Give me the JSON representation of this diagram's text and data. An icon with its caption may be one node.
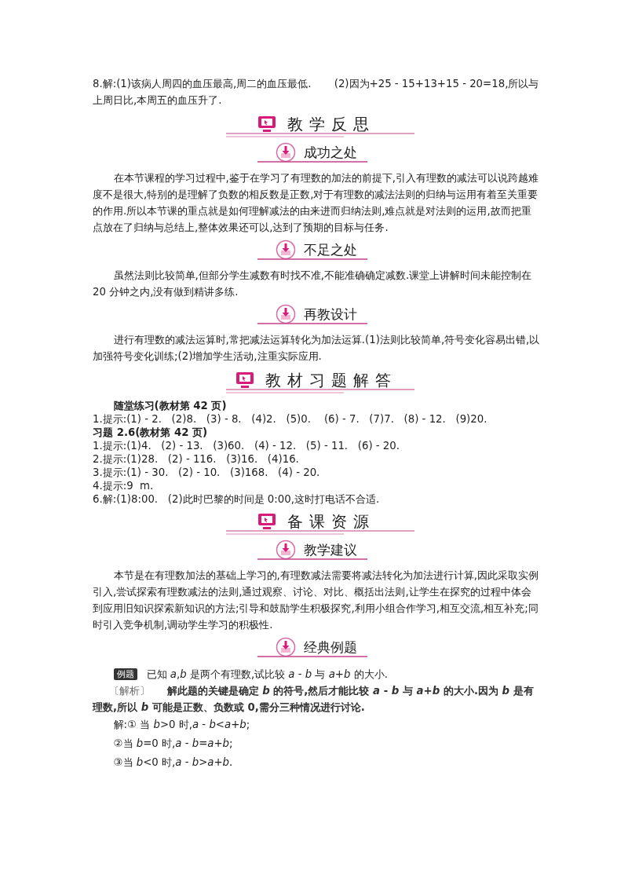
{
  "diagram": {
    "nodes": [
      {
        "text": [
          "例题"
        ]
      }
    ],
    "labels": [
      "8.解:(1)该病人周四的血压最高,周二的血压最低.",
      "(2)因为+25 - 15+13+15 - 20=18,所以与上周日比,本周五的血压升了.",
      "教学反思",
      "成功之处",
      "在本节课程的学习过程中,鉴于在学习了有理数的加法的前提下,引入有理数的减法可以说跨越难度不是很大,特别的是理解了负数的相反数是正数,对于有理数的减法法则的归纳与运用有着至关重要的作用.所以本节课的重点就是如何理解减法的由来进而归纳法则,难点就是对法则的运用,故而把重点放在了归纳与总结上,整体效果还可以,达到了预期的目标与任务.",
      "不足之处",
      "虽然法则比较简单,但部分学生减数有时找不准,不能准确确定减数.课堂上讲解时间未能控制在 20 分钟之内,没有做到精讲多练.",
      "再教设计",
      "进行有理数的减法运算时,常把减法运算转化为加法运算.(1)法则比较简单,符号变化容易出错,以加强符号变化训练;(2)增加学生活动,注重实际应用.",
      "教材习题解答",
      "随堂练习(教材第 42 页)",
      "1.提示:(1) - 2.   (2)8.   (3) - 8.   (4)2.   (5)0.    (6) - 7.   (7)7.   (8) - 12.   (9)20.",
      "习题 2.6(教材第 42 页)",
      "1.提示:(1)4.   (2) - 13.   (3)60.   (4) - 12.   (5) - 11.   (6) - 20.",
      "2.提示:(1)28.   (2) - 116.   (3)16.   (4)16.",
      "3.提示:(1) - 30.   (2) - 10.   (3)168.   (4) - 20.",
      "4.提示:9  m.",
      "6.解:(1)8:00.   (2)此时巴黎的时间是 0:00,这时打电话不合适.",
      "备课资源",
      "教学建议",
      "本节是在有理数加法的基础上学习的,有理数减法需要将减法转化为加法进行计算,因此采取实例引入,尝试探索有理数减法的法则,通过观察、讨论、对比、概括出法则,让学生在探究的过程中体会到应用旧知识探索新知识的方法;引导和鼓励学生积极探究,利用小组合作学习,相互交流,相互补充;同时引入竞争机制,调动学生学习的积极性.",
      "经典例题",
      "已知 *a*,*b* 是两个有理数,试比较 *a* - *b* 与 *a*+*b* 的大小.",
      "〔解析〕",
      "解此题的关键是确定 *b* 的符号,然后才能比较 *a* - *b* 与 *a*+*b* 的大小.因为 *b* 是有理数,所以 *b* 可能是正数、负数或 0,需分三种情况进行讨论.",
      "解:① 当 *b*>0 时,*a* - *b*<*a*+*b*;",
      "②当 *b*=0 时,*a* - *b*=*a*+*b*;",
      "③当 *b*<0 时,*a* - *b*>*a*+*b*."
    ]
  }
}
